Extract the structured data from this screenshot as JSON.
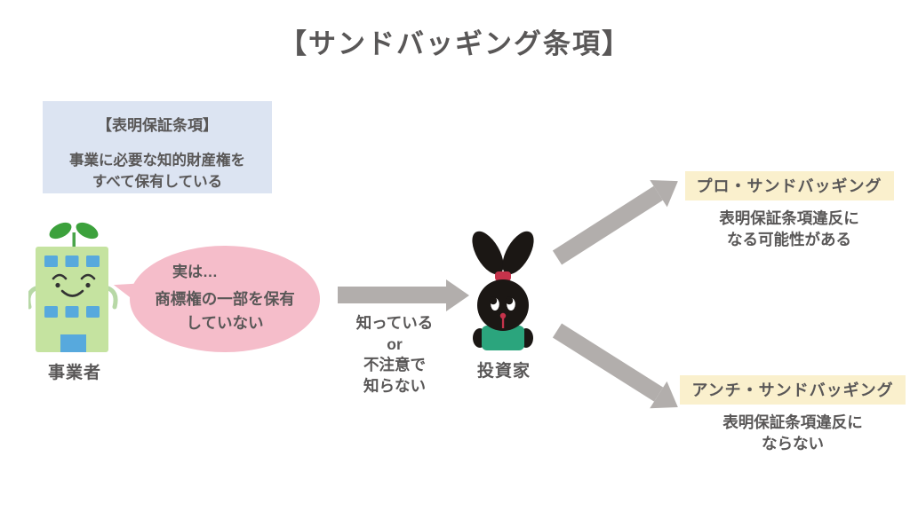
{
  "title": "【サンドバッギング条項】",
  "rep_warranty_box": {
    "heading": "【表明保証条項】",
    "line1": "事業に必要な知的財産権を",
    "line2": "すべて保有している"
  },
  "business": {
    "label": "事業者"
  },
  "speech_bubble": {
    "intro": "実は…",
    "line1": "商標権の一部を保有",
    "line2": "していない"
  },
  "knowledge_state": {
    "line1": "知っている",
    "line2": "or",
    "line3": "不注意で",
    "line4": "知らない"
  },
  "investor": {
    "label": "投資家"
  },
  "pro_sandbagging": {
    "heading": "プロ・サンドバッギング",
    "line1": "表明保証条項違反に",
    "line2": "なる可能性がある"
  },
  "anti_sandbagging": {
    "heading": "アンチ・サンドバッギング",
    "line1": "表明保証条項違反に",
    "line2": "ならない"
  },
  "colors": {
    "text_gray": "#595757",
    "box_blue": "#dce4f2",
    "bubble_pink": "#f5bdca",
    "highlight_yellow": "#faf0cd",
    "arrow_gray": "#b2aeac",
    "building_green": "#c5e3a0",
    "window_blue": "#57a9dd",
    "sprout_green": "#3ca13c",
    "rabbit_black": "#1b1714",
    "shirt_green": "#2ba57d",
    "accent_red": "#c5334b"
  }
}
